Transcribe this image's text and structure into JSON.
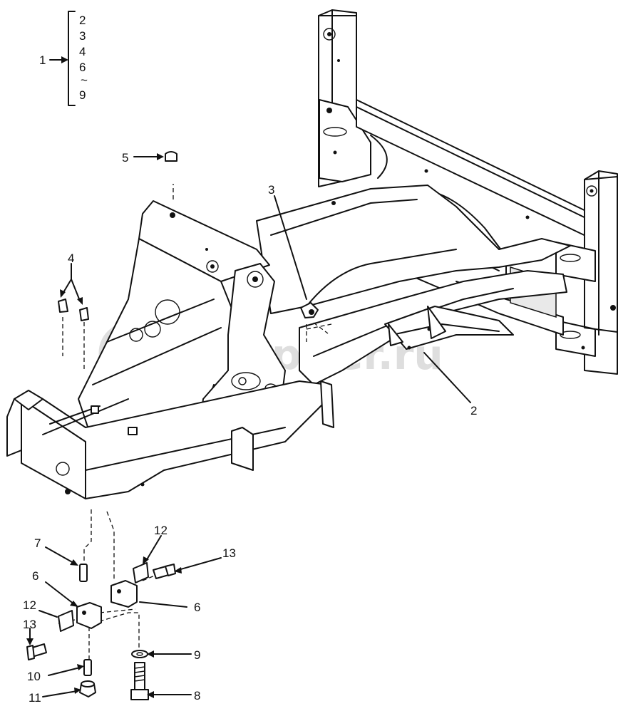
{
  "assembly": {
    "number": "1",
    "components": [
      "2",
      "3",
      "4",
      "6",
      "~",
      "9"
    ]
  },
  "callouts": {
    "c2": "2",
    "c3": "3",
    "c4": "4",
    "c5": "5",
    "c6a": "6",
    "c6b": "6",
    "c7": "7",
    "c8": "8",
    "c9": "9",
    "c10": "10",
    "c11": "11",
    "c12a": "12",
    "c12b": "12",
    "c13a": "13",
    "c13b": "13"
  },
  "watermark": {
    "text": "autopiter.ru"
  },
  "colors": {
    "line": "#111111",
    "paper": "#ffffff",
    "watermark": "#d4d4d4"
  }
}
